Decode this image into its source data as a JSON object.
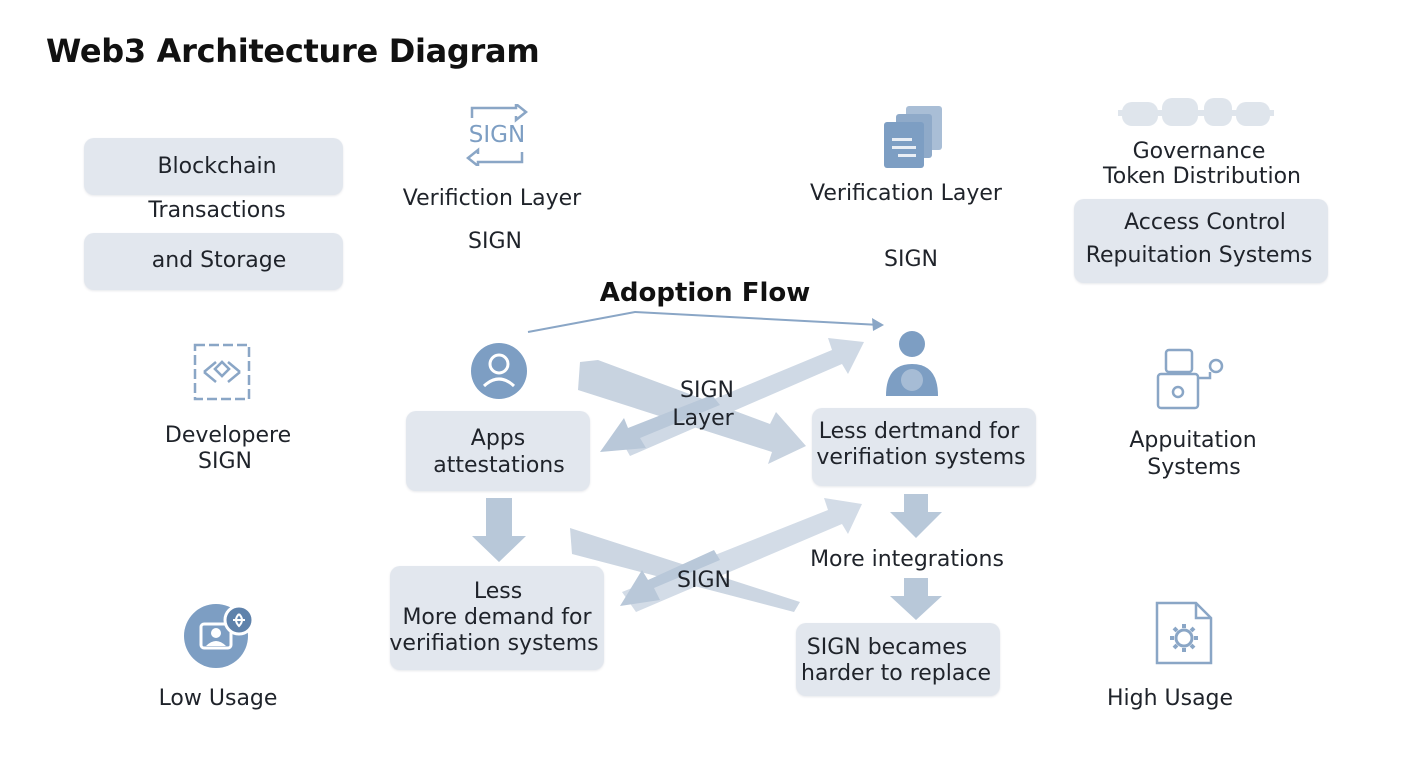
{
  "title": "Web3 Architecture Diagram",
  "flow_title": "Adoption Flow",
  "left_column": {
    "box1": "Blockchain",
    "between": "Transactions",
    "box2": "and Storage",
    "developer": [
      "Developere",
      "SIGN"
    ],
    "low_usage": "Low Usage"
  },
  "top_center": {
    "sign_logo": "SIGN",
    "verification_a": "Verifiction Layer",
    "sign_a": "SIGN",
    "verification_b": "Verification Layer",
    "sign_b": "SIGN"
  },
  "right_column": {
    "governance": [
      "Governance",
      "Token Distribution"
    ],
    "access_box": [
      "Access Control",
      "Repuitation Systems"
    ],
    "appuitation": [
      "Appuitation",
      "Systems"
    ],
    "high_usage": "High Usage"
  },
  "flow": {
    "apps_box": [
      "Apps",
      "attestations"
    ],
    "sign_layer": [
      "SIGN",
      "Layer"
    ],
    "less_demand_box": [
      "Less dertmand for",
      "verifiation systems"
    ],
    "more_integrations": "More integrations",
    "sign_mid": "SIGN",
    "less_more_box": [
      "Less",
      "More demand for",
      "verifiation systems"
    ],
    "harder_box": [
      "SIGN becames",
      "harder to replace"
    ]
  },
  "colors": {
    "box_fill": "#e2e7ee",
    "arrow_fill": "#c5d1de",
    "icon_blue": "#7d9ec3",
    "icon_dark": "#5f82ab",
    "text": "#1f232a"
  }
}
